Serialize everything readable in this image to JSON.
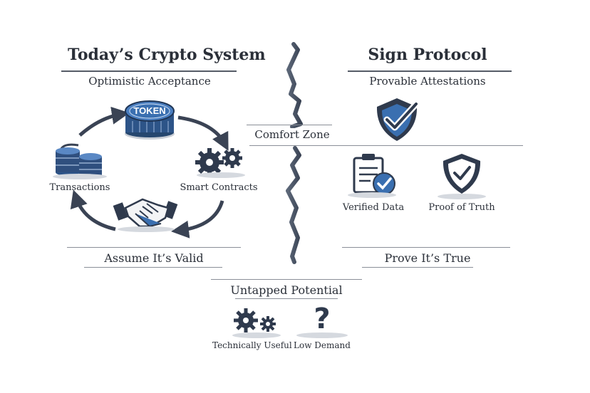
{
  "left": {
    "title": "Today’s Crypto System",
    "subtitle": "Optimistic Acceptance",
    "token_label": "TOKEN",
    "transactions_label": "Transactions",
    "smart_contracts_label": "Smart Contracts",
    "footer": "Assume It’s Valid"
  },
  "middle": {
    "comfort_zone": "Comfort Zone"
  },
  "right": {
    "title": "Sign Protocol",
    "subtitle": "Provable Attestations",
    "verified_label": "Verified Data",
    "proof_label": "Proof of Truth",
    "footer": "Prove It’s True"
  },
  "bottom": {
    "title": "Untapped Potential",
    "useful_label": "Technically Useful",
    "demand_label": "Low Demand"
  },
  "colors": {
    "navy": "#2f3a4d",
    "blue": "#3a6fb0",
    "steel": "#5f6d80"
  }
}
